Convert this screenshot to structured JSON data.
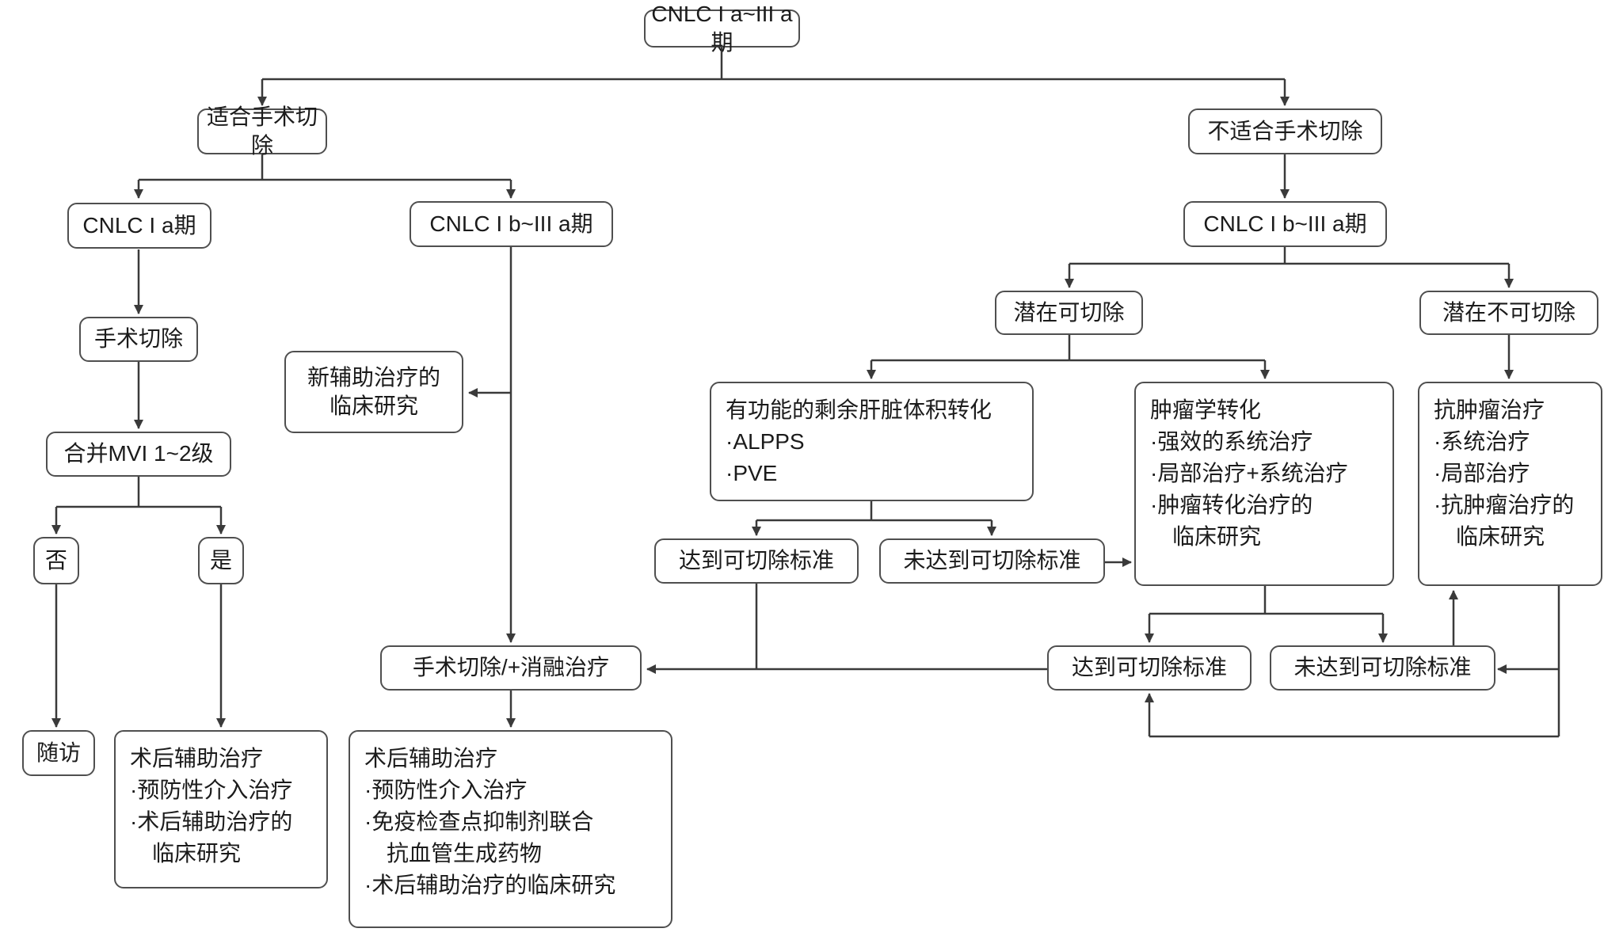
{
  "page": {
    "background": "#ffffff",
    "box_border_color": "#4f4f4f",
    "line_color": "#3a3a3a",
    "text_color": "#1b1b1b"
  },
  "nodes": {
    "cnlc_top": "CNLC I a~III a期",
    "fit_surgery": "适合手术切除",
    "unfit_surgery": "不适合手术切除",
    "cnlc_ia": "CNLC I a期",
    "cnlc_ib_left": "CNLC I b~III a期",
    "cnlc_ib_right": "CNLC I b~III a期",
    "surgical_resection": "手术切除",
    "neoadjuvant_trial": "新辅助治疗的\n临床研究",
    "mvi_grade": "合并MVI 1~2级",
    "no": "否",
    "yes": "是",
    "followup": "随访",
    "postop_adjuvant_left": "术后辅助治疗\n·预防性介入治疗\n·术后辅助治疗的\n　临床研究",
    "resection_ablation": "手术切除/+消融治疗",
    "postop_adjuvant_mid": "术后辅助治疗\n·预防性介入治疗\n·免疫检查点抑制剂联合\n　抗血管生成药物\n·术后辅助治疗的临床研究",
    "potentially_resectable": "潜在可切除",
    "potentially_unresectable": "潜在不可切除",
    "flr_conversion": "有功能的剩余肝脏体积转化\n·ALPPS\n·PVE",
    "oncologic_conversion": "肿瘤学转化\n·强效的系统治疗\n·局部治疗+系统治疗\n·肿瘤转化治疗的\n　临床研究",
    "antitumor_therapy": "抗肿瘤治疗\n·系统治疗\n·局部治疗\n·抗肿瘤治疗的\n　临床研究",
    "meets_criteria_left": "达到可切除标准",
    "not_meets_criteria_left": "未达到可切除标准",
    "meets_criteria_right": "达到可切除标准",
    "not_meets_criteria_right": "未达到可切除标准"
  }
}
